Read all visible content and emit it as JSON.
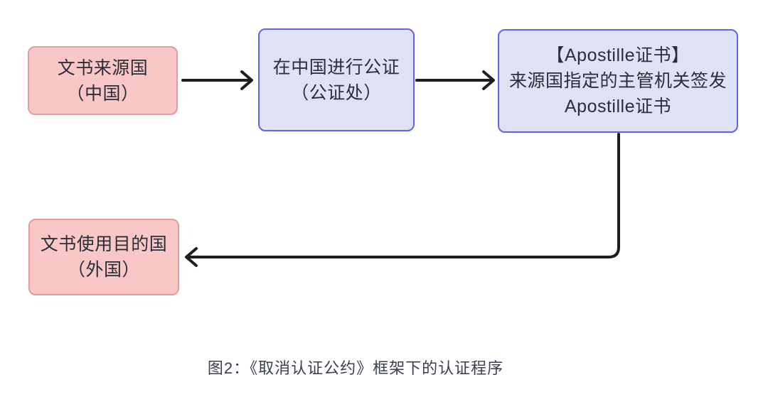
{
  "diagram": {
    "caption": "图2：《取消认证公约》框架下的认证程序",
    "nodes": [
      {
        "id": "source-country",
        "style": "pink",
        "lines": [
          "文书来源国",
          "（中国）"
        ]
      },
      {
        "id": "notarization-china",
        "style": "purple",
        "lines": [
          "在中国进行公证",
          "（公证处）"
        ]
      },
      {
        "id": "apostille-authority",
        "style": "purple",
        "lines": [
          "【Apostille证书】",
          "来源国指定的主管机关签发",
          "Apostille证书"
        ]
      },
      {
        "id": "destination-country",
        "style": "pink",
        "lines": [
          "文书使用目的国",
          "（外国）"
        ]
      }
    ],
    "edges": [
      {
        "from": "source-country",
        "to": "notarization-china"
      },
      {
        "from": "notarization-china",
        "to": "apostille-authority"
      },
      {
        "from": "apostille-authority",
        "to": "destination-country"
      }
    ],
    "colors": {
      "pink_fill": "#f8c7c6",
      "pink_border": "#e29c9e",
      "purple_fill": "#dfe1f6",
      "purple_border": "#6165e3",
      "arrow": "#1e1e1e",
      "node_text": "#2a2e3b",
      "caption_text": "#3a3f4b",
      "background": "#ffffff"
    }
  }
}
